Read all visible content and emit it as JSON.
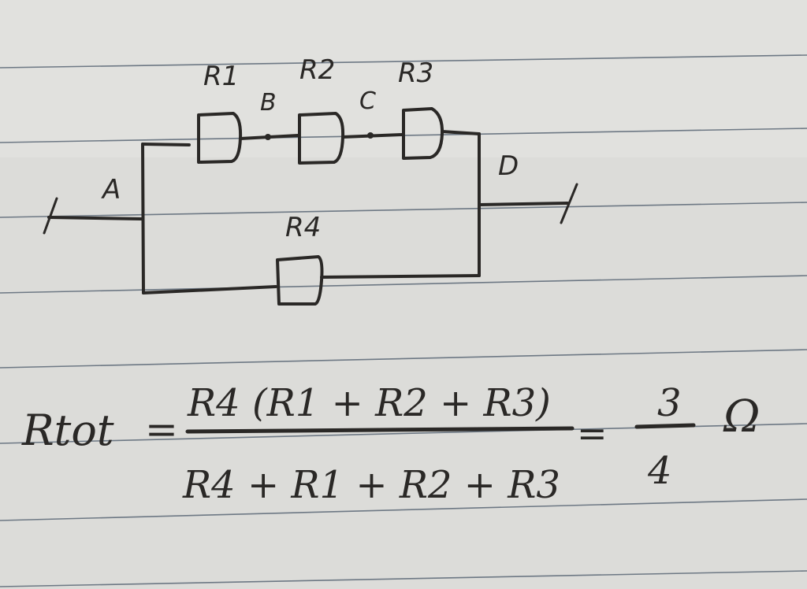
{
  "paper": {
    "background": "#dcdcd9",
    "rule_color": "#6d7884",
    "ink_color": "#2a2826"
  },
  "diagram": {
    "nodes": {
      "a": "A",
      "b": "B",
      "c": "C",
      "d": "D"
    },
    "resistors": {
      "r1": "R1",
      "r2": "R2",
      "r3": "R3",
      "r4": "R4"
    }
  },
  "formula": {
    "lhs": "Rtot",
    "eq1": "=",
    "numerator": "R4 (R1 + R2 + R3)",
    "denominator": "R4 + R1 + R2 + R3",
    "eq2": "=",
    "result_numerator": "3",
    "result_denominator": "4",
    "unit": "Ω"
  }
}
